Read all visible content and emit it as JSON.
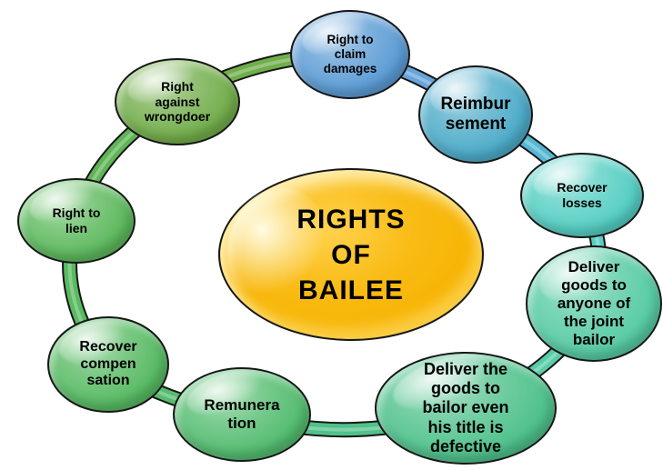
{
  "canvas": {
    "background": "#FFFFFF",
    "outline": "#161616"
  },
  "center": {
    "id": "rights-of-bailee",
    "title": "RIGHTS\nOF\nBAILEE",
    "color": "#F6B301"
  },
  "nodes": [
    {
      "id": "right-to-claim-damages",
      "label": "Right to\nclaim\ndamages",
      "color": "#5B9BD5"
    },
    {
      "id": "reimbursement",
      "label": "Reimbur\nsement",
      "color": "#4CABC8"
    },
    {
      "id": "recover-losses",
      "label": "Recover\nlosses",
      "color": "#55CEC3"
    },
    {
      "id": "deliver-goods-joint-bailor",
      "label": "Deliver\ngoods to\nanyone of\nthe joint\nbailor",
      "color": "#57CBA4"
    },
    {
      "id": "deliver-goods-title-defective",
      "label": "Deliver the\ngoods to\nbailor even\nhis title is\ndefective",
      "color": "#4FC18C"
    },
    {
      "id": "remuneration",
      "label": "Remunera\ntion",
      "color": "#53BC6F"
    },
    {
      "id": "recover-compensation",
      "label": "Recover\ncompen\nsation",
      "color": "#57BA63"
    },
    {
      "id": "right-to-lien",
      "label": "Right to\nlien",
      "color": "#5CB85C"
    },
    {
      "id": "right-against-wrongdoer",
      "label": "Right\nagainst\nwrongdoer",
      "color": "#72AD4A"
    }
  ],
  "ring": {
    "segment_colors": [
      "#67A4D9",
      "#55B7D3",
      "#57CFC2",
      "#58CCA8",
      "#4FC189",
      "#54BC6E",
      "#58BA61",
      "#5FB556",
      "#6FAE4A"
    ]
  }
}
